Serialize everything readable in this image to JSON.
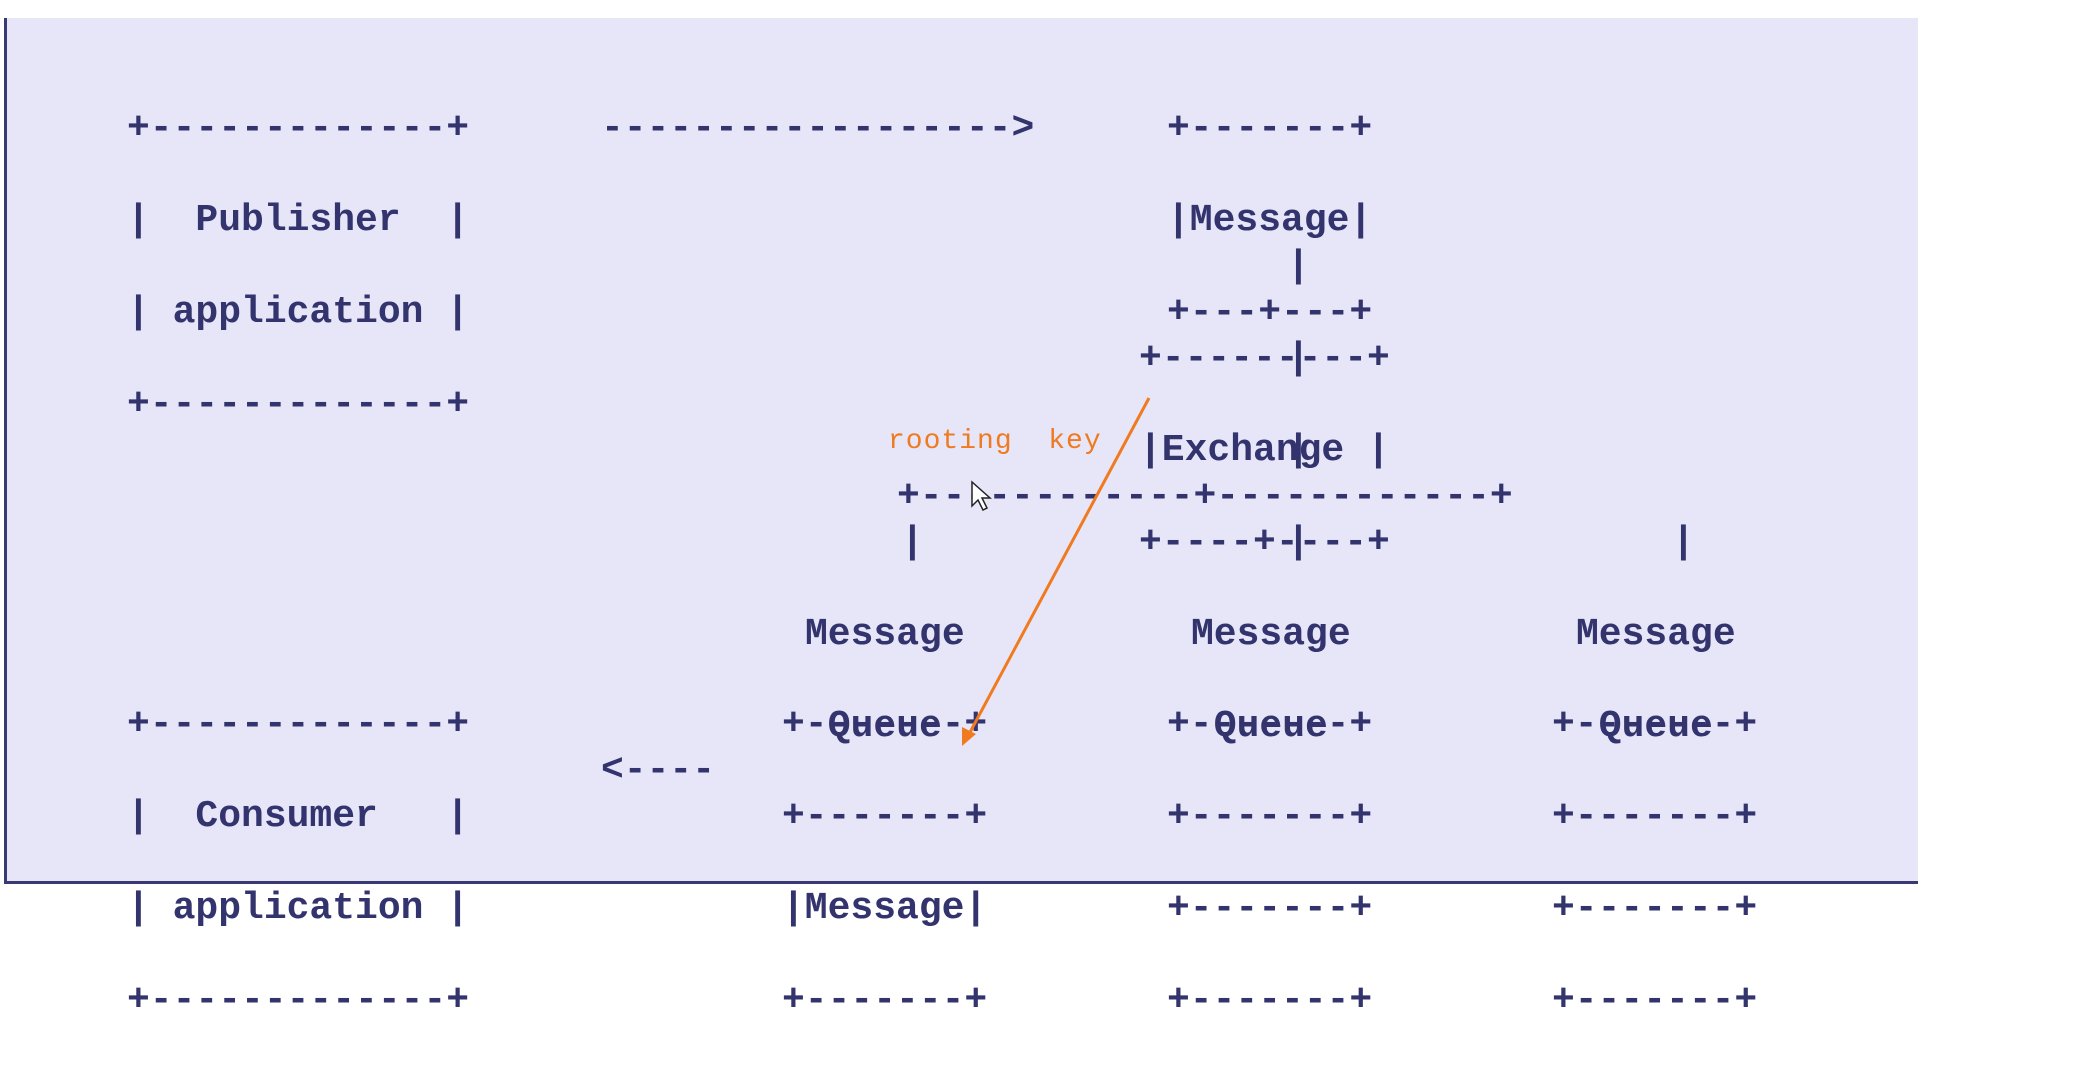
{
  "diagram": {
    "publisher": [
      "+-------------+",
      "|  Publisher  |",
      "| application |",
      "+-------------+"
    ],
    "publisher_arrow": "------------------>",
    "message_top": [
      "+-------+",
      "|Message|",
      "+---+---+"
    ],
    "vert_1": [
      "|",
      "|"
    ],
    "exchange": [
      "+---------+",
      "|Exchange |",
      "+----+----+"
    ],
    "vert_2": "|",
    "branch": "+------------+------------+",
    "queue_labels": [
      "Message",
      "Queue"
    ],
    "consumer": [
      "+-------------+",
      "|  Consumer   |",
      "| application |",
      "+-------------+"
    ],
    "consumer_arrow": "<----",
    "queue_1": [
      "+-------+",
      "+-------+",
      "|Message|",
      "+-------+"
    ],
    "queue_stack": [
      "+-------+",
      "+-------+",
      "+-------+",
      "+-------+"
    ]
  },
  "annotation": {
    "text": "rooting  key",
    "color": "#f07a20"
  },
  "colors": {
    "background": "#e6e6f8",
    "text": "#33336e"
  }
}
